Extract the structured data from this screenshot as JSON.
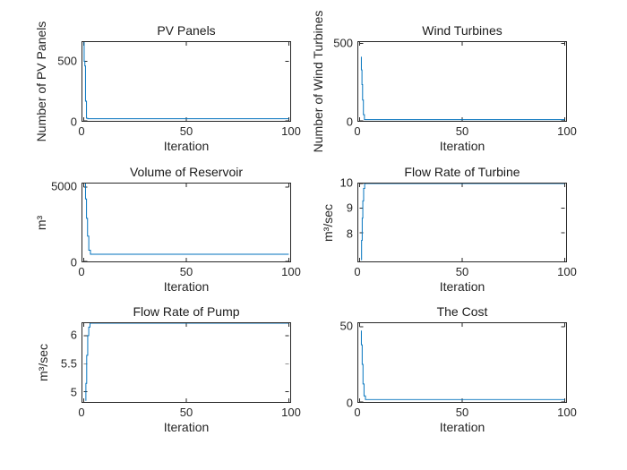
{
  "figure": {
    "background": "#ffffff",
    "axis_color": "#262626",
    "text_color": "#262626"
  },
  "chart_data": [
    {
      "type": "line",
      "title": "PV Panels",
      "xlabel": "Iteration",
      "ylabel": "Number of PV Panels",
      "xlim": [
        0,
        100
      ],
      "ylim": [
        0,
        660
      ],
      "xticks": [
        0,
        50,
        100
      ],
      "xtick_labels": [
        "0",
        "50",
        "100"
      ],
      "yticks": [
        0,
        500
      ],
      "ytick_labels": [
        "0",
        "500"
      ],
      "grid": false,
      "box": true,
      "legend": null,
      "line_color": "#0072BD",
      "series": [
        {
          "x": [
            0.15,
            0.15,
            0.5,
            0.5,
            0.8,
            0.8,
            1.3,
            1.3,
            1.9,
            1.9,
            100
          ],
          "y": [
            660,
            500,
            500,
            460,
            460,
            165,
            165,
            22,
            22,
            18,
            18
          ]
        }
      ]
    },
    {
      "type": "line",
      "title": "Wind Turbines",
      "xlabel": "Iteration",
      "ylabel": "Number of Wind Turbines",
      "xlim": [
        0,
        100
      ],
      "ylim": [
        0,
        510
      ],
      "xticks": [
        0,
        50,
        100
      ],
      "xtick_labels": [
        "0",
        "50",
        "100"
      ],
      "yticks": [
        0,
        500
      ],
      "ytick_labels": [
        "0",
        "500"
      ],
      "grid": false,
      "box": true,
      "legend": null,
      "line_color": "#0072BD",
      "series": [
        {
          "x": [
            0.8,
            0.8,
            1.1,
            1.1,
            1.4,
            1.4,
            1.8,
            1.8,
            2.3,
            2.3,
            100
          ],
          "y": [
            415,
            330,
            330,
            235,
            235,
            135,
            135,
            40,
            40,
            8,
            8
          ]
        }
      ]
    },
    {
      "type": "line",
      "title": "Volume of Reservoir",
      "xlabel": "Iteration",
      "ylabel": "m³",
      "xlim": [
        0,
        100
      ],
      "ylim": [
        0,
        5240
      ],
      "xticks": [
        0,
        50,
        100
      ],
      "xtick_labels": [
        "0",
        "50",
        "100"
      ],
      "yticks": [
        0,
        5000
      ],
      "ytick_labels": [
        "0",
        "5000"
      ],
      "grid": false,
      "box": true,
      "legend": null,
      "line_color": "#0072BD",
      "series": [
        {
          "x": [
            0.8,
            0.8,
            1.3,
            1.3,
            1.8,
            1.8,
            2.4,
            2.4,
            3.2,
            3.2,
            100
          ],
          "y": [
            5240,
            4200,
            4200,
            2900,
            2900,
            1700,
            1700,
            750,
            750,
            480,
            480
          ]
        }
      ]
    },
    {
      "type": "line",
      "title": "Flow Rate of Turbine",
      "xlabel": "Iteration",
      "ylabel": "m³/sec",
      "xlim": [
        0,
        100
      ],
      "ylim": [
        6.85,
        10
      ],
      "xticks": [
        0,
        50,
        100
      ],
      "xtick_labels": [
        "0",
        "50",
        "100"
      ],
      "yticks": [
        8,
        9,
        10
      ],
      "ytick_labels": [
        "8",
        "9",
        "10"
      ],
      "grid": false,
      "box": true,
      "legend": null,
      "line_color": "#0072BD",
      "series": [
        {
          "x": [
            0.9,
            0.9,
            1.2,
            1.2,
            1.5,
            1.5,
            1.9,
            1.9,
            2.4,
            2.4,
            100
          ],
          "y": [
            6.9,
            7.7,
            7.7,
            8.6,
            8.6,
            9.3,
            9.3,
            9.8,
            9.8,
            10,
            10
          ]
        }
      ]
    },
    {
      "type": "line",
      "title": "Flow Rate of Pump",
      "xlabel": "Iteration",
      "ylabel": "m³/sec",
      "xlim": [
        0,
        100
      ],
      "ylim": [
        4.82,
        6.22
      ],
      "xticks": [
        0,
        50,
        100
      ],
      "xtick_labels": [
        "0",
        "50",
        "100"
      ],
      "yticks": [
        5,
        5.5,
        6
      ],
      "ytick_labels": [
        "5",
        "5.5",
        "6"
      ],
      "grid": false,
      "box": true,
      "legend": null,
      "line_color": "#0072BD",
      "series": [
        {
          "x": [
            1,
            1,
            1.4,
            1.4,
            1.9,
            1.9,
            2.4,
            2.4,
            3,
            3,
            100
          ],
          "y": [
            4.84,
            5.15,
            5.15,
            5.65,
            5.65,
            6.0,
            6.0,
            6.15,
            6.15,
            6.22,
            6.22
          ]
        }
      ]
    },
    {
      "type": "line",
      "title": "The Cost",
      "xlabel": "Iteration",
      "ylabel": "",
      "xlim": [
        0,
        100
      ],
      "ylim": [
        0,
        52.4
      ],
      "xticks": [
        0,
        50,
        100
      ],
      "xtick_labels": [
        "0",
        "50",
        "100"
      ],
      "yticks": [
        0,
        50
      ],
      "ytick_labels": [
        "0",
        "50"
      ],
      "grid": false,
      "box": true,
      "legend": null,
      "line_color": "#0072BD",
      "series": [
        {
          "x": [
            0.8,
            0.8,
            1.2,
            1.2,
            1.6,
            1.6,
            2.1,
            2.1,
            2.8,
            2.8,
            100
          ],
          "y": [
            47.5,
            38,
            38,
            25,
            25,
            12,
            12,
            4,
            4,
            1.6,
            1.6
          ]
        }
      ]
    }
  ]
}
